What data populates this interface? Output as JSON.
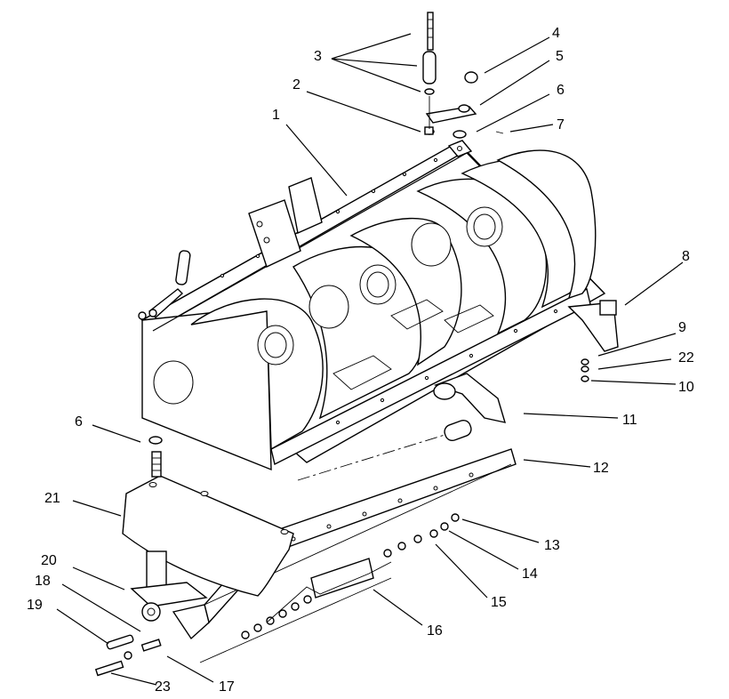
{
  "callouts": [
    {
      "id": "1"
    },
    {
      "id": "2"
    },
    {
      "id": "3"
    },
    {
      "id": "4"
    },
    {
      "id": "5"
    },
    {
      "id": "6a",
      "text": "6"
    },
    {
      "id": "6b",
      "text": "6"
    },
    {
      "id": "7"
    },
    {
      "id": "8"
    },
    {
      "id": "9"
    },
    {
      "id": "10"
    },
    {
      "id": "11"
    },
    {
      "id": "12"
    },
    {
      "id": "13"
    },
    {
      "id": "14"
    },
    {
      "id": "15"
    },
    {
      "id": "16"
    },
    {
      "id": "17"
    },
    {
      "id": "18"
    },
    {
      "id": "19"
    },
    {
      "id": "20"
    },
    {
      "id": "21"
    },
    {
      "id": "22"
    },
    {
      "id": "23"
    }
  ],
  "labels": {
    "c1": "1",
    "c2": "2",
    "c3": "3",
    "c4": "4",
    "c5": "5",
    "c6a": "6",
    "c6b": "6",
    "c7": "7",
    "c8": "8",
    "c9": "9",
    "c10": "10",
    "c11": "11",
    "c12": "12",
    "c13": "13",
    "c14": "14",
    "c15": "15",
    "c16": "16",
    "c17": "17",
    "c18": "18",
    "c19": "19",
    "c20": "20",
    "c21": "21",
    "c22": "22",
    "c23": "23"
  }
}
